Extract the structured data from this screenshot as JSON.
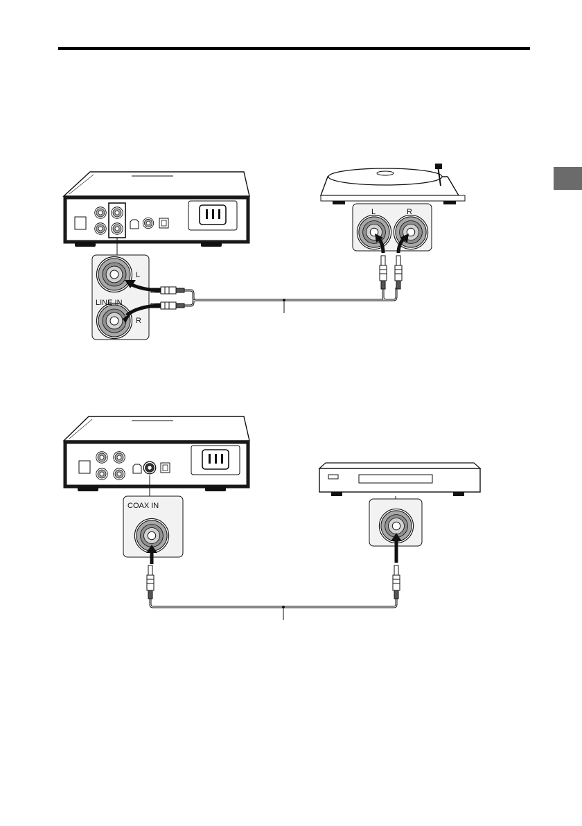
{
  "diagram1": {
    "amp_jack_labels": {
      "left": "L",
      "right": "R",
      "panel": "LINE IN"
    },
    "turntable_jack_labels": {
      "left": "L",
      "right": "R"
    }
  },
  "diagram2": {
    "amp_jack_label": "COAX IN"
  },
  "colors": {
    "ink": "#111111",
    "gray_fill": "#a8a8a8",
    "light_fill": "#d2d2d2",
    "panel_bg": "#f2f2f2",
    "section_tab": "#6b6b6b"
  }
}
